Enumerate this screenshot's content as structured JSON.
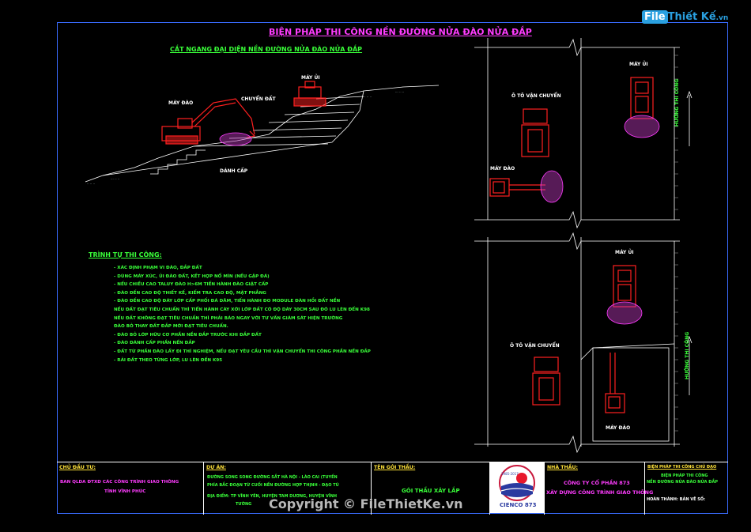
{
  "title": "BIỆN PHÁP THI CÔNG NỀN ĐƯỜNG NỬA ĐÀO NỬA ĐẮP",
  "section_title": "CẮT NGANG ĐẠI DIỆN NỀN ĐƯỜNG NỬA ĐÀO NỬA ĐẮP",
  "cross_section_labels": {
    "excavator": "MÁY ĐÀO",
    "soil_transport": "CHUYỂN ĐẤT",
    "bulldozer": "MÁY ỦI",
    "bench": "DÁNH CẤP"
  },
  "plan_top_labels": {
    "truck": "Ô TÔ VẬN CHUYỂN",
    "bulldozer": "MÁY ỦI",
    "excavator": "MÁY ĐÀO",
    "direction": "HƯỚNG THI CÔNG"
  },
  "plan_bottom_labels": {
    "truck": "Ô TÔ VẬN CHUYỂN",
    "bulldozer": "MÁY ỦI",
    "excavator": "MÁY ĐÀO",
    "direction": "HƯỚNG THI CÔNG"
  },
  "procedure": {
    "title": "TRÌNH TỰ THI CÔNG:",
    "steps": [
      "- XÁC ĐỊNH PHẠM VI ĐÀO, ĐẮP ĐẤT",
      "- DÙNG MÁY XÚC, ỦI ĐÀO ĐẤT, KẾT HỢP NỔ MÌN (NẾU GẶP ĐÁ)",
      "- NẾU CHIỀU CAO TALUY ĐÀO H>6M TIẾN HÀNH ĐÀO GIẬT CẤP",
      "- ĐÀO ĐẾN CAO ĐỘ THIẾT KẾ, KIỂM TRA CAO ĐỘ, MẶT PHẲNG",
      "- ĐÀO ĐẾN CAO ĐỘ ĐÁY LỚP CẤP PHỐI ĐÁ DĂM, TIẾN HÀNH ĐO MODULE ĐÀN HỒI ĐẤT NỀN",
      "NẾU ĐẤT ĐẠT TIÊU CHUẨN THÌ TIẾN HÀNH CÀY XỚI LỚP ĐẤT CÓ ĐỘ DÀY 30CM SAU ĐÓ LU LÈN ĐẾN K98",
      "NẾU ĐẤT KHÔNG ĐẠT TIÊU CHUẨN THÌ PHẢI BÁO NGAY VỚI TƯ VẤN GIÁM SÁT HIỆN TRƯỜNG",
      "ĐÀO BỎ THAY ĐẤT ĐẮP MỚI ĐẠT TIÊU CHUẨN.",
      "- ĐÀO BỎ LỚP HỮU CƠ PHẦN NỀN ĐẮP TRƯỚC KHI ĐẮP ĐẤT",
      "- ĐÀO ĐÁNH CẤP PHẦN NỀN ĐẮP",
      "- ĐẤT TỪ PHẦN ĐÀO LẤY ĐI THÍ NGHIỆM, NẾU ĐẠT YÊU CẦU THÌ VẬN CHUYỂN THI CÔNG PHẦN NỀN ĐẮP",
      "- RẢI ĐẤT THEO TỪNG LỚP, LU LÈN ĐẾN K95"
    ]
  },
  "title_block": {
    "investor_header": "CHỦ ĐẦU TƯ:",
    "investor_line1": "BAN QLDA ĐTXD CÁC CÔNG TRÌNH GIAO THÔNG",
    "investor_line2": "TỈNH VĨNH PHÚC",
    "project_header": "DỰ ÁN:",
    "project_line1": "ĐƯỜNG SONG SONG ĐƯỜNG SẮT HÀ NỘI - LÀO CAI (TUYẾN",
    "project_line2": "PHÍA BẮC ĐOẠN TỪ CUỐI NỀN ĐƯỜNG HỢP THỊNH - ĐẠO TÚ",
    "project_line3": "ĐỊA ĐIỂM: TP VĨNH YÊN, HUYỆN TAM DƯƠNG, HUYỆN VĨNH",
    "project_line4": "TƯỜNG",
    "package_header": "TÊN GÓI THẦU:",
    "package_value": "GÓI THẦU XÂY LẮP",
    "logo_top": "1985-2017",
    "logo_text": "CIENCO 873",
    "contractor_header": "NHÀ THẦU:",
    "contractor_line1": "CÔNG TY CỔ PHẦN 873",
    "contractor_line2": "XÂY DỰNG CÔNG TRÌNH GIAO THÔNG",
    "drawing_header": "BIỆN PHÁP THI CÔNG CHỦ ĐẠO",
    "drawing_line1": "BIỆN PHÁP THI CÔNG",
    "drawing_line2": "NỀN ĐƯỜNG NỬA ĐÀO NỬA ĐẮP",
    "drawing_line3": "HOÀN THÀNH: BẢN VẼ SỐ:"
  },
  "watermark": {
    "logo_file": "File",
    "logo_rest": "Thiết Kế",
    "logo_suffix": ".vn",
    "copyright": "Copyright © FileThietKe.vn"
  }
}
